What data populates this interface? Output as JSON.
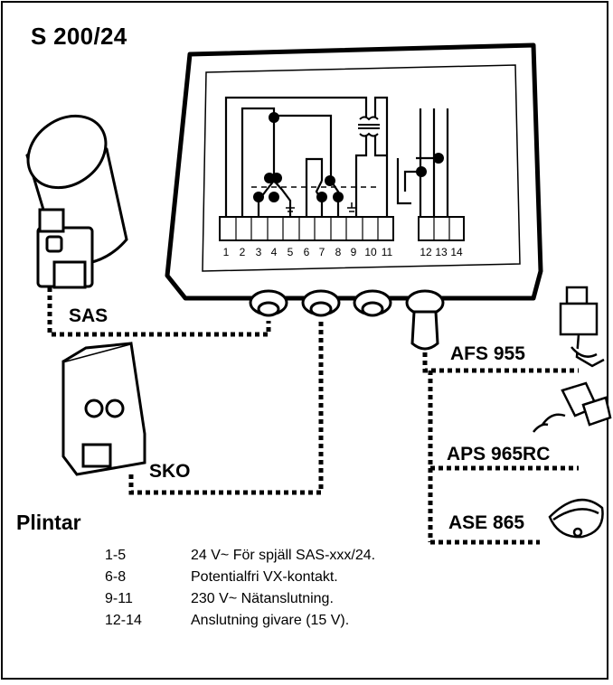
{
  "title": "S 200/24",
  "labels": {
    "sas": "SAS",
    "sko": "SKO",
    "afs": "AFS 955",
    "aps": "APS 965RC",
    "ase": "ASE 865"
  },
  "terminals": [
    "1",
    "2",
    "3",
    "4",
    "5",
    "6",
    "7",
    "8",
    "9",
    "10",
    "11",
    "12",
    "13",
    "14"
  ],
  "plintar": {
    "heading": "Plintar",
    "rows": [
      {
        "range": "1-5",
        "desc": "24 V~ För spjäll SAS-xxx/24."
      },
      {
        "range": "6-8",
        "desc": "Potentialfri VX-kontakt."
      },
      {
        "range": "9-11",
        "desc": "230 V~ Nätanslutning."
      },
      {
        "range": "12-14",
        "desc": "Anslutning givare (15 V)."
      }
    ]
  }
}
